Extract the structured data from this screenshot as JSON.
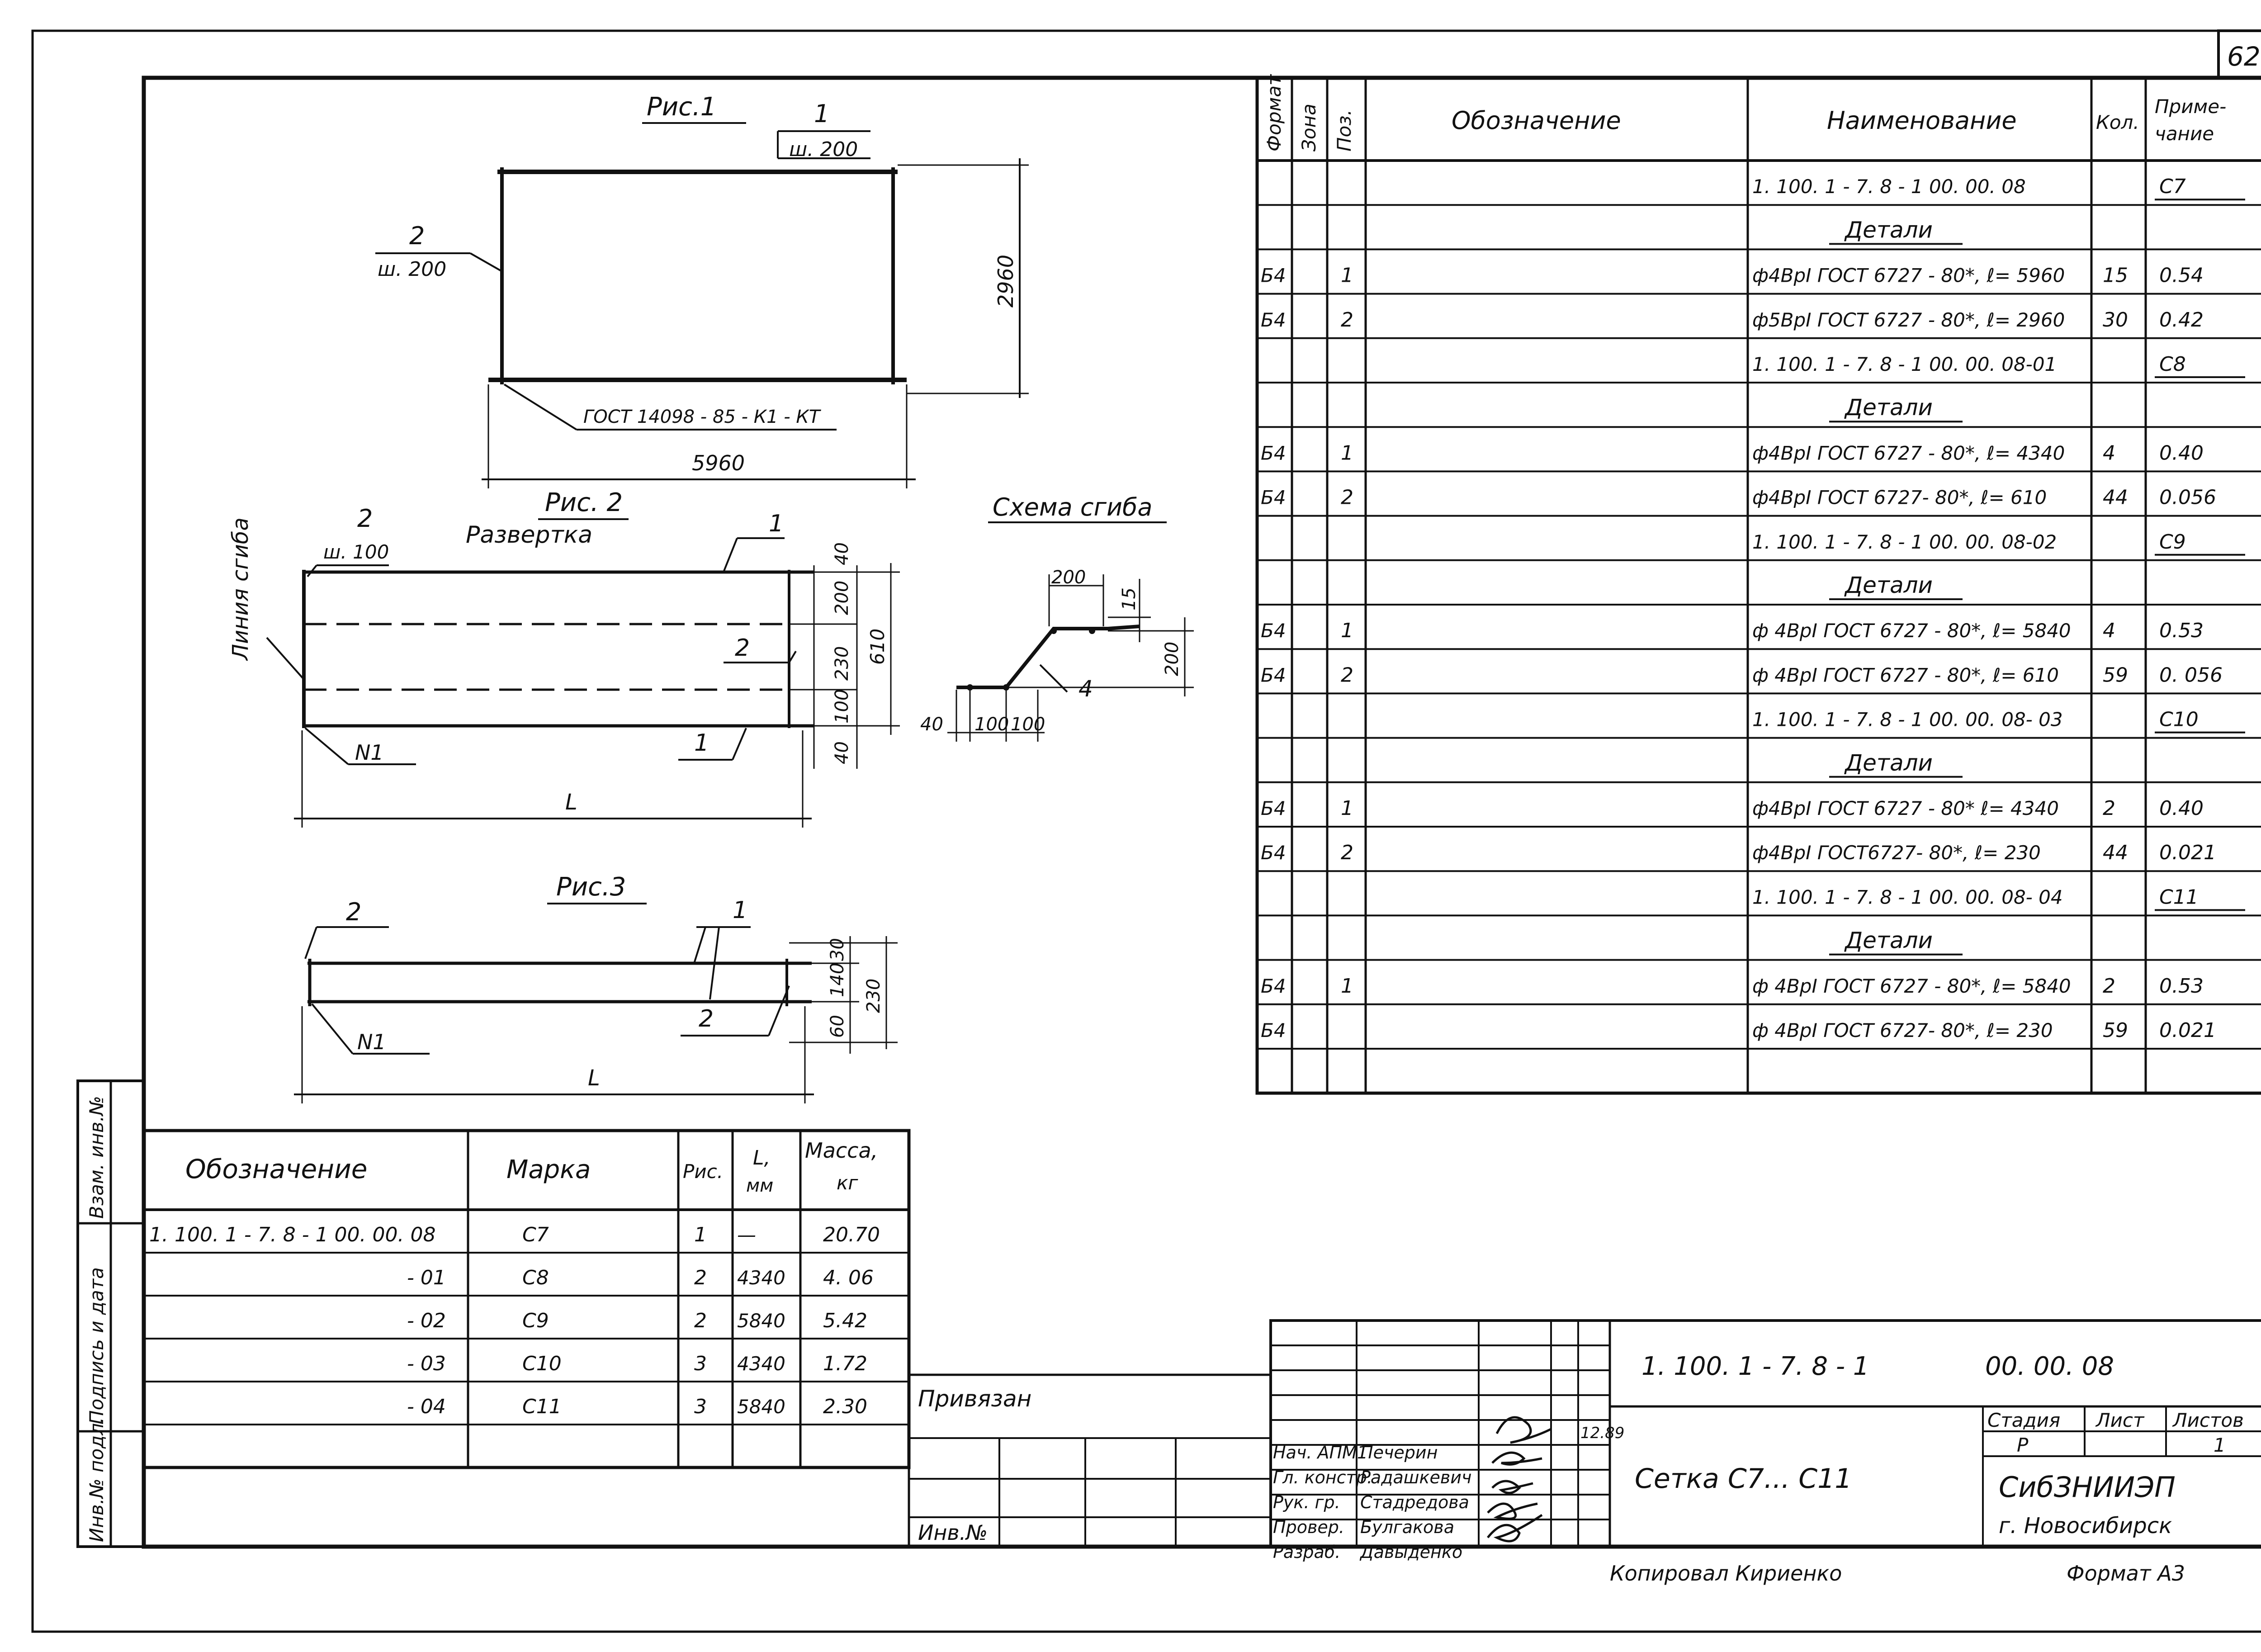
{
  "sheet_number": "62",
  "fig1": {
    "title": "Рис.1",
    "pos1": "1",
    "pos1_step": "ш. 200",
    "pos2": "2",
    "pos2_step": "ш. 200",
    "dim_height": "2960",
    "dim_width": "5960",
    "weld_note": "ГОСТ 14098 - 85 - К1 - КТ"
  },
  "fig2": {
    "title": "Рис. 2",
    "subtitle": "Развертка",
    "bend_line": "Линия сгиба",
    "pos2": "2",
    "pos2_step": "ш. 100",
    "pos1_top": "1",
    "pos2_mid": "2",
    "pos1_bottom": "1",
    "n1": "N1",
    "dims_right": [
      "40",
      "200",
      "230",
      "100",
      "40"
    ],
    "dim_total": "610",
    "dim_length": "L"
  },
  "bend_scheme": {
    "title": "Схема сгиба",
    "dims": [
      "200",
      "15",
      "200",
      "40",
      "100",
      "100"
    ],
    "pos": "4"
  },
  "fig3": {
    "title": "Рис.3",
    "pos2": "2",
    "pos1": "1",
    "pos2b": "2",
    "n1": "N1",
    "dims_right": [
      "30",
      "140",
      "60"
    ],
    "dim_total": "230",
    "dim_length": "L"
  },
  "spec_table": {
    "headers": [
      "Формат",
      "Зона",
      "Поз.",
      "Обозначение",
      "Наименование",
      "Кол.",
      "Приме-\nчание"
    ],
    "rows": [
      {
        "fmt": "",
        "zone": "",
        "pos": "",
        "name": "1. 100. 1 - 7. 8 - 1     00. 00. 08",
        "qty": "",
        "note": "С7",
        "kind": "doc"
      },
      {
        "fmt": "",
        "zone": "",
        "pos": "",
        "name": "Детали",
        "qty": "",
        "note": "",
        "kind": "head"
      },
      {
        "fmt": "Б4",
        "zone": "",
        "pos": "1",
        "name": "ф4ВрI ГОСТ 6727 - 80*, ℓ= 5960",
        "qty": "15",
        "note": "0.54",
        "kind": "item"
      },
      {
        "fmt": "Б4",
        "zone": "",
        "pos": "2",
        "name": "ф5ВрI ГОСТ 6727 - 80*, ℓ= 2960",
        "qty": "30",
        "note": "0.42",
        "kind": "item"
      },
      {
        "fmt": "",
        "zone": "",
        "pos": "",
        "name": "1. 100. 1 - 7. 8 - 1     00. 00. 08-01",
        "qty": "",
        "note": "С8",
        "kind": "doc"
      },
      {
        "fmt": "",
        "zone": "",
        "pos": "",
        "name": "Детали",
        "qty": "",
        "note": "",
        "kind": "head"
      },
      {
        "fmt": "Б4",
        "zone": "",
        "pos": "1",
        "name": "ф4ВрI ГОСТ 6727 - 80*, ℓ= 4340",
        "qty": "4",
        "note": "0.40",
        "kind": "item"
      },
      {
        "fmt": "Б4",
        "zone": "",
        "pos": "2",
        "name": "ф4ВрI ГОСТ 6727- 80*, ℓ= 610",
        "qty": "44",
        "note": "0.056",
        "kind": "item"
      },
      {
        "fmt": "",
        "zone": "",
        "pos": "",
        "name": "1. 100. 1 - 7. 8 - 1     00. 00. 08-02",
        "qty": "",
        "note": "С9",
        "kind": "doc"
      },
      {
        "fmt": "",
        "zone": "",
        "pos": "",
        "name": "Детали",
        "qty": "",
        "note": "",
        "kind": "head"
      },
      {
        "fmt": "Б4",
        "zone": "",
        "pos": "1",
        "name": "ф 4ВрI ГОСТ 6727 - 80*, ℓ= 5840",
        "qty": "4",
        "note": "0.53",
        "kind": "item"
      },
      {
        "fmt": "Б4",
        "zone": "",
        "pos": "2",
        "name": "ф 4ВрI ГОСТ 6727 - 80*, ℓ= 610",
        "qty": "59",
        "note": "0. 056",
        "kind": "item"
      },
      {
        "fmt": "",
        "zone": "",
        "pos": "",
        "name": "1. 100. 1 - 7. 8 - 1     00. 00. 08- 03",
        "qty": "",
        "note": "С10",
        "kind": "doc"
      },
      {
        "fmt": "",
        "zone": "",
        "pos": "",
        "name": "Детали",
        "qty": "",
        "note": "",
        "kind": "head"
      },
      {
        "fmt": "Б4",
        "zone": "",
        "pos": "1",
        "name": "ф4ВрI ГОСТ 6727 - 80* ℓ= 4340",
        "qty": "2",
        "note": "0.40",
        "kind": "item"
      },
      {
        "fmt": "Б4",
        "zone": "",
        "pos": "2",
        "name": "ф4ВрI ГОСТ6727- 80*, ℓ= 230",
        "qty": "44",
        "note": "0.021",
        "kind": "item"
      },
      {
        "fmt": "",
        "zone": "",
        "pos": "",
        "name": "1. 100. 1 - 7. 8 - 1     00. 00. 08- 04",
        "qty": "",
        "note": "С11",
        "kind": "doc"
      },
      {
        "fmt": "",
        "zone": "",
        "pos": "",
        "name": "Детали",
        "qty": "",
        "note": "",
        "kind": "head"
      },
      {
        "fmt": "Б4",
        "zone": "",
        "pos": "1",
        "name": "ф 4ВрI ГОСТ 6727 - 80*, ℓ= 5840",
        "qty": "2",
        "note": "0.53",
        "kind": "item"
      },
      {
        "fmt": "Б4",
        "zone": "",
        "pos": "",
        "name": "ф 4ВрI ГОСТ 6727- 80*, ℓ= 230",
        "qty": "59",
        "note": "0.021",
        "kind": "item"
      },
      {
        "fmt": "",
        "zone": "",
        "pos": "",
        "name": "",
        "qty": "",
        "note": "",
        "kind": "empty"
      }
    ]
  },
  "marks_table": {
    "headers": [
      "Обозначение",
      "Марка",
      "Рис.",
      "L,\nмм",
      "Масса,\nкг"
    ],
    "rows": [
      {
        "code": "1. 100. 1 - 7. 8 - 1   00. 00. 08",
        "mark": "С7",
        "fig": "1",
        "L": "—",
        "mass": "20.70"
      },
      {
        "code": "- 01",
        "mark": "С8",
        "fig": "2",
        "L": "4340",
        "mass": "4. 06"
      },
      {
        "code": "- 02",
        "mark": "С9",
        "fig": "2",
        "L": "5840",
        "mass": "5.42"
      },
      {
        "code": "- 03",
        "mark": "С10",
        "fig": "3",
        "L": "4340",
        "mass": "1.72"
      },
      {
        "code": "- 04",
        "mark": "С11",
        "fig": "3",
        "L": "5840",
        "mass": "2.30"
      },
      {
        "code": "",
        "mark": "",
        "fig": "",
        "L": "",
        "mass": ""
      }
    ]
  },
  "side_stamp": [
    "Инв.№ подл.",
    "Подпись и дата",
    "Взам. инв.№"
  ],
  "privyazan": "Привязан",
  "inv_no": "Инв.№",
  "title_block": {
    "code": "1. 100. 1 - 7. 8 - 1",
    "number": "00. 00. 08",
    "name": "Сетка С7... С11",
    "stage_header": "Стадия",
    "sheet_header": "Лист",
    "sheets_header": "Листов",
    "stage": "Р",
    "sheet": "",
    "sheets": "1",
    "org": "СибЗНИИЭП",
    "city": "г. Новосибирск",
    "date": "12.89",
    "roles": [
      {
        "role": "Нач. АПМ1",
        "person": "Печерин"
      },
      {
        "role": "Гл. констр.",
        "person": "Радашкевич"
      },
      {
        "role": "Рук. гр.",
        "person": "Стадредова"
      },
      {
        "role": "Провер.",
        "person": "Булгакова"
      },
      {
        "role": "Разраб.",
        "person": "Давыденко"
      }
    ]
  },
  "copied_by": "Копировал   Кириенко",
  "format": "Формат А3"
}
